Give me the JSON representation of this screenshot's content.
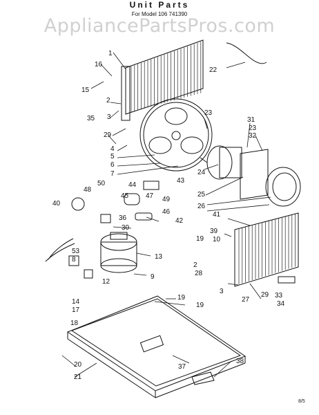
{
  "header": {
    "title": "Unit Parts",
    "subtitle": "For Model 106 741390"
  },
  "watermark": "AppliancePartsPros.com",
  "page_mark": "8/5",
  "callouts": [
    "1",
    "16",
    "15",
    "2",
    "35",
    "3",
    "29",
    "4",
    "5",
    "6",
    "7",
    "22",
    "23",
    "31",
    "23",
    "32",
    "24",
    "25",
    "26",
    "50",
    "48",
    "44",
    "45",
    "47",
    "49",
    "43",
    "40",
    "36",
    "46",
    "30",
    "42",
    "8",
    "53",
    "13",
    "12",
    "9",
    "14",
    "17",
    "18",
    "19",
    "19",
    "41",
    "39",
    "10",
    "19",
    "2",
    "28",
    "3",
    "27",
    "29",
    "33",
    "34",
    "20",
    "21",
    "37",
    "38"
  ]
}
